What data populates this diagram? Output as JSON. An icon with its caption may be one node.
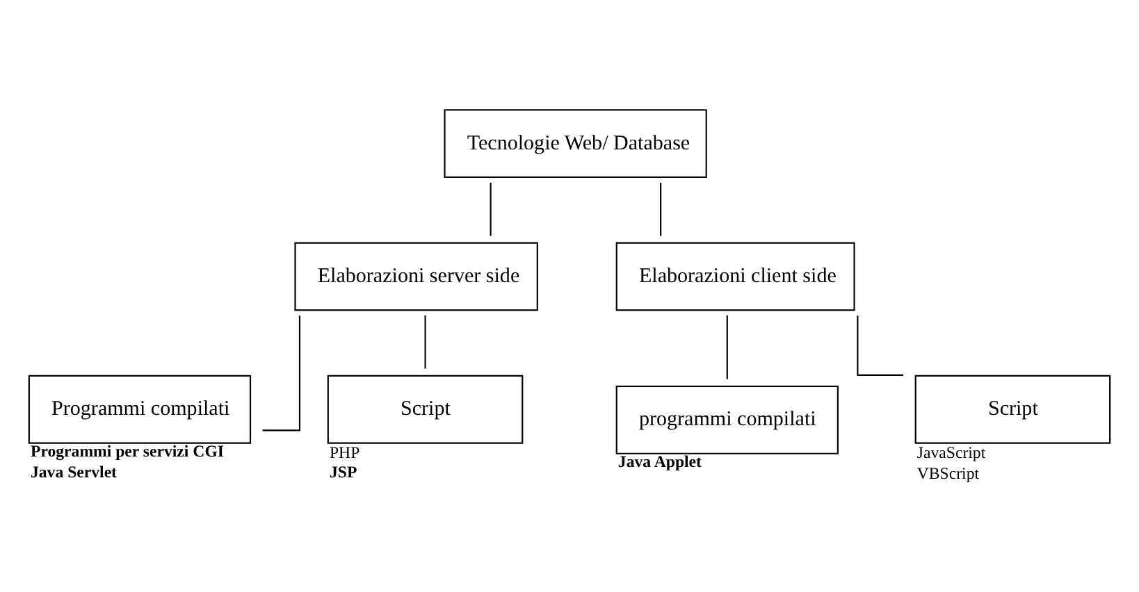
{
  "diagram": {
    "nodes": [
      {
        "text": [
          "Tecnologie Web/ Database"
        ]
      },
      {
        "text": [
          "Elaborazioni server side"
        ]
      },
      {
        "text": [
          "Elaborazioni client side"
        ]
      },
      {
        "text": [
          "Programmi compilati"
        ],
        "beside": [
          "Programmi per servizi CGI",
          "Java Servlet"
        ]
      },
      {
        "text": [
          "Script"
        ],
        "beside": [
          "PHP",
          "JSP"
        ]
      },
      {
        "text": [
          "programmi compilati"
        ],
        "beside": [
          "Java Applet"
        ]
      },
      {
        "text": [
          "Script"
        ],
        "beside": [
          "JavaScript",
          "VBScript"
        ]
      }
    ],
    "edges": [
      {
        "from": 0,
        "to": 1,
        "arrow": "none"
      },
      {
        "from": 0,
        "to": 2,
        "arrow": "none"
      },
      {
        "from": 1,
        "to": 3,
        "arrow": "none"
      },
      {
        "from": 1,
        "to": 4,
        "arrow": "none"
      },
      {
        "from": 2,
        "to": 5,
        "arrow": "none"
      },
      {
        "from": 2,
        "to": 6,
        "arrow": "none"
      }
    ]
  }
}
